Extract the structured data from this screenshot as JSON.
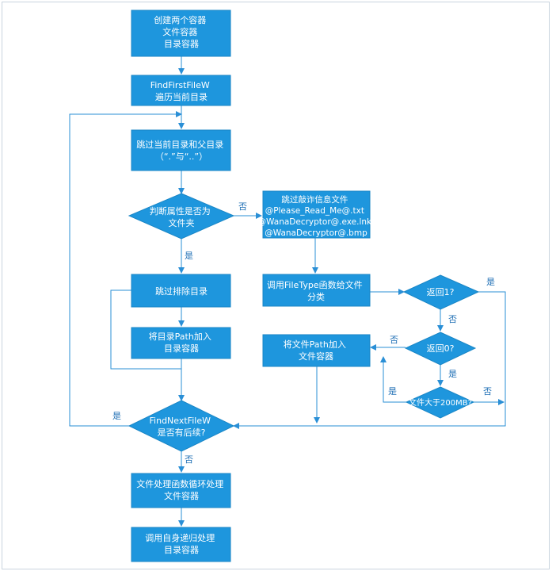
{
  "colors": {
    "box_fill": "#1e96dd",
    "box_stroke": "#1a86c6",
    "arrow": "#2a8fd6",
    "label": "#1f6fb5"
  },
  "nodes": {
    "create_containers": [
      "创建两个容器",
      "文件容器",
      "目录容器"
    ],
    "find_first": [
      "FindFirstFileW",
      "遍历当前目录"
    ],
    "skip_dots": [
      "跳过当前目录和父目录",
      "（“.”与“..”）"
    ],
    "is_folder": [
      "判断属性是否为",
      "文件夹"
    ],
    "skip_ransom": [
      "跳过敲诈信息文件",
      "@Please_Read_Me@.txt",
      "@WanaDecryptor@.exe.lnk",
      "@WanaDecryptor@.bmp"
    ],
    "skip_excluded": [
      "跳过排除目录"
    ],
    "add_dir": [
      "将目录Path加入",
      "目录容器"
    ],
    "call_filetype": [
      "调用FileType函数给文件",
      "分类"
    ],
    "return1": [
      "返回1?"
    ],
    "return0": [
      "返回0?"
    ],
    "size_gt_200": [
      "文件大于200MB?"
    ],
    "add_file": [
      "将文件Path加入",
      "文件容器"
    ],
    "find_next": [
      "FindNextFileW",
      "是否有后续?"
    ],
    "process_files": [
      "文件处理函数循环处理",
      "文件容器"
    ],
    "recurse_dirs": [
      "调用自身递归处理",
      "目录容器"
    ]
  },
  "labels": {
    "is_folder_no": "否",
    "is_folder_yes": "是",
    "return1_yes": "是",
    "return1_no": "否",
    "return0_no": "否",
    "return0_yes": "是",
    "size_yes": "是",
    "size_no": "否",
    "find_next_yes": "是",
    "find_next_no": "否"
  }
}
